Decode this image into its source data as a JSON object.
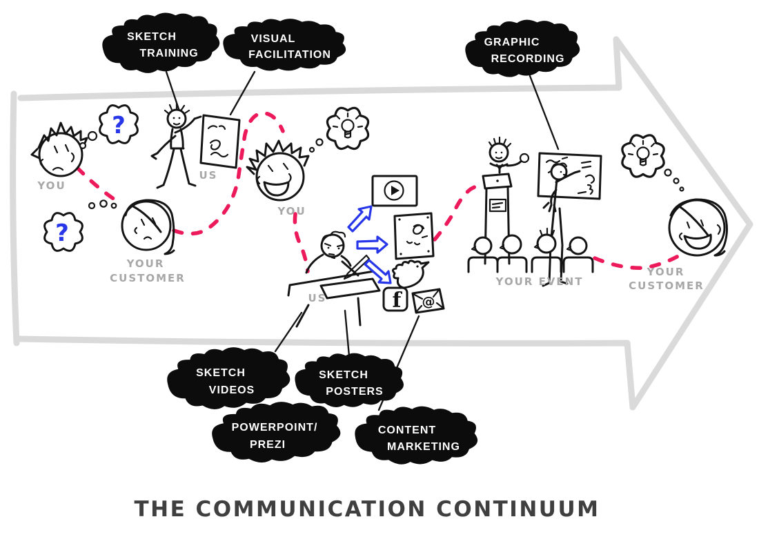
{
  "title": "THE COMMUNICATION CONTINUUM",
  "colors": {
    "journey_line": "#ec1a5b",
    "arrow_outline": "#dadada",
    "stage_label": "#a7a7a7",
    "accent_blue": "#2636e8",
    "ink": "#141414",
    "cloud_fill": "#0c0c0c",
    "cloud_text": "#ffffff",
    "title": "#3f3f3f"
  },
  "clouds": {
    "sketch_training": {
      "line1": "SKETCH",
      "line2": "TRAINING"
    },
    "visual_facilitation": {
      "line1": "VISUAL",
      "line2": "FACILITATION"
    },
    "graphic_recording": {
      "line1": "GRAPHIC",
      "line2": "RECORDING"
    },
    "sketch_videos": {
      "line1": "SKETCH",
      "line2": "VIDEOS"
    },
    "sketch_posters": {
      "line1": "SKETCH",
      "line2": "POSTERS"
    },
    "powerpoint_prezi": {
      "line1": "POWERPOINT/",
      "line2": "PREZI"
    },
    "content_marketing": {
      "line1": "CONTENT",
      "line2": "MARKETING"
    }
  },
  "stage_labels": {
    "you_1": "YOU",
    "your_customer_1_line1": "YOUR",
    "your_customer_1_line2": "CUSTOMER",
    "us_1": "US",
    "you_2": "YOU",
    "us_2": "US",
    "your_event": "YOUR EVENT",
    "your_customer_2_line1": "YOUR",
    "your_customer_2_line2": "CUSTOMER"
  },
  "glyphs": {
    "question_mark": "?",
    "facebook_f": "f",
    "email_at": "@"
  }
}
